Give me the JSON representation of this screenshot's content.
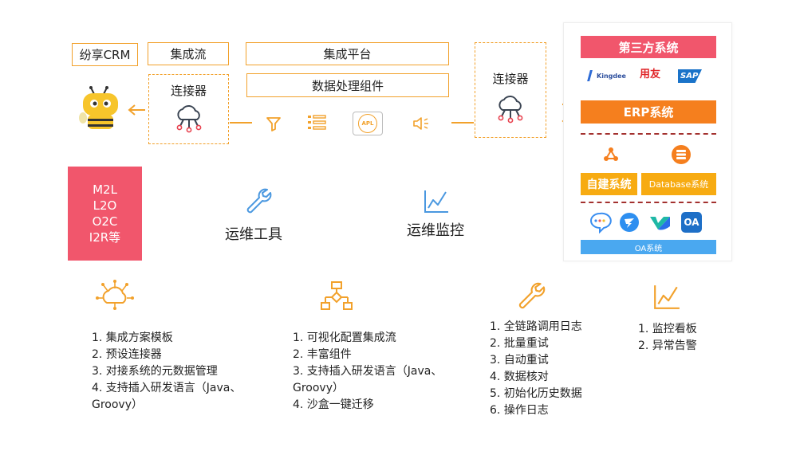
{
  "top": {
    "fxiaoke_crm": "纷享CRM",
    "integration_flow": "集成流",
    "integration_platform": "集成平台",
    "data_processing": "数据处理组件",
    "connector_left": "连接器",
    "connector_right": "连接器",
    "apl_label": "APL"
  },
  "pink_box": {
    "lines": [
      "M2L",
      "L2O",
      "O2C",
      "I2R等"
    ]
  },
  "ops_tool": {
    "label": "运维工具"
  },
  "ops_monitor": {
    "label": "运维监控"
  },
  "right_panel": {
    "third_party": "第三方系统",
    "third_party_logos": [
      "Kingdee",
      "用友",
      "SAP"
    ],
    "erp": "ERP系统",
    "self_built": "自建系统",
    "database": "Database系统",
    "oa": "OA系统",
    "oa_logo_text": "OA"
  },
  "lists": {
    "col1": [
      "1. 集成方案模板",
      "2. 预设连接器",
      "3. 对接系统的元数据管理",
      "4. 支持插入研发语言（Java、",
      "Groovy）"
    ],
    "col2": [
      "1. 可视化配置集成流",
      "2. 丰富组件",
      "3. 支持插入研发语言（Java、",
      "Groovy）",
      "4. 沙盒一键迁移"
    ],
    "col3": [
      "1. 全链路调用日志",
      "2. 批量重试",
      "3. 自动重试",
      "4. 数据核对",
      "5. 初始化历史数据",
      "6. 操作日志"
    ],
    "col4": [
      "1. 监控看板",
      "2. 异常告警"
    ]
  },
  "colors": {
    "accent": "#f2a12b",
    "pink": "#f1566c",
    "erp_orange": "#f57f1e",
    "yellow": "#f7ab12",
    "oa_blue": "#4aa8f0",
    "separator": "#a3312f"
  }
}
